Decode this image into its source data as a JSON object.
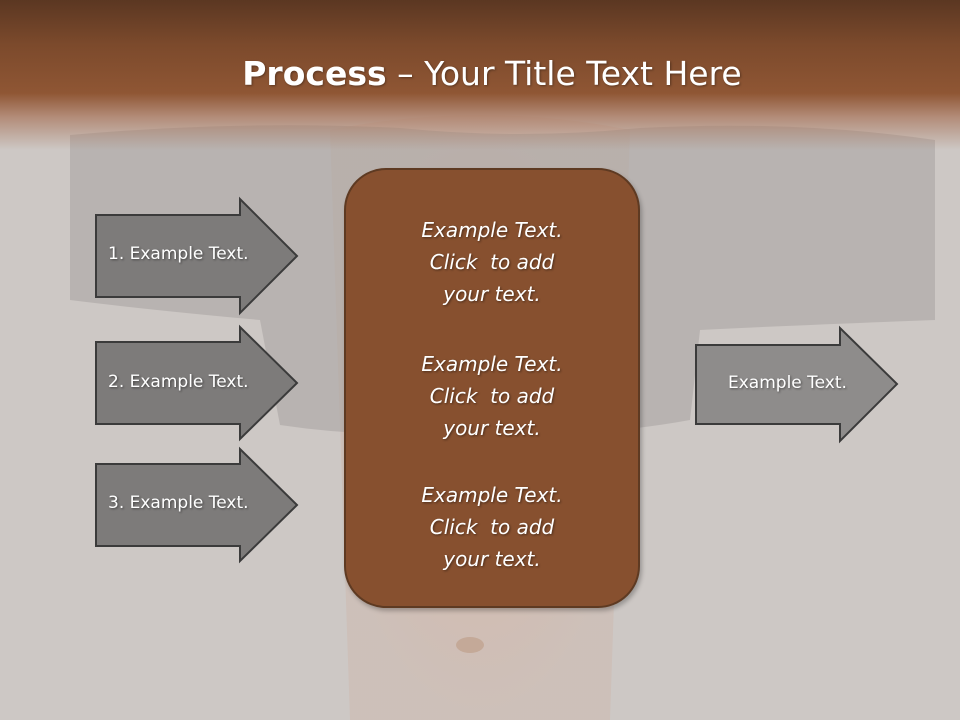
{
  "title": {
    "bold": "Process",
    "rest": " – Your Title Text Here"
  },
  "left_arrows": [
    {
      "label": "1. Example Text."
    },
    {
      "label": "2. Example Text."
    },
    {
      "label": "3. Example Text."
    }
  ],
  "center_box": {
    "blocks": [
      {
        "lines": [
          "Example Text.",
          "Click  to add",
          "your text."
        ]
      },
      {
        "lines": [
          "Example Text.",
          "Click  to add",
          "your text."
        ]
      },
      {
        "lines": [
          "Example Text.",
          "Click  to add",
          "your text."
        ]
      }
    ]
  },
  "right_arrow": {
    "label": "Example Text."
  },
  "colors": {
    "header": "#8f5634",
    "box_fill": "#87502f",
    "arrow_fill": "#7d7b7a",
    "right_arrow_fill": "#8e8c8b"
  }
}
